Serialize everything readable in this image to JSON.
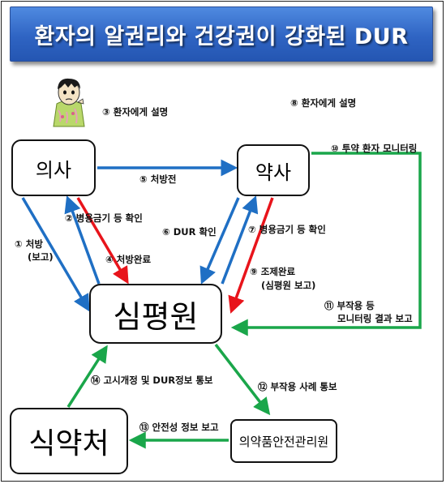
{
  "title": "환자의 알권리와 건강권이 강화된 DUR",
  "nodes": {
    "doctor": "의사",
    "pharmacist": "약사",
    "hira": "심평원",
    "mfds": "식약처",
    "kids": "의약품안전관리원"
  },
  "edges": [
    {
      "id": 1,
      "label": "① 처방",
      "label2": "(보고)",
      "from": "의사",
      "to": "심평원",
      "color": "#1f6fc4"
    },
    {
      "id": 2,
      "label": "② 병용금기 등 확인",
      "from": "심평원",
      "to": "의사",
      "color": "#1f6fc4"
    },
    {
      "id": 3,
      "label": "③ 환자에게 설명",
      "color": "#111111"
    },
    {
      "id": 4,
      "label": "④ 처방완료",
      "from": "의사",
      "to": "심평원",
      "color": "#e8141b"
    },
    {
      "id": 5,
      "label": "⑤ 처방전",
      "from": "의사",
      "to": "약사",
      "color": "#1f6fc4"
    },
    {
      "id": 6,
      "label": "⑥ DUR 확인",
      "from": "약사",
      "to": "심평원",
      "color": "#1f6fc4"
    },
    {
      "id": 7,
      "label": "⑦ 병용금기 등 확인",
      "from": "심평원",
      "to": "약사",
      "color": "#1f6fc4"
    },
    {
      "id": 8,
      "label": "⑧ 환자에게 설명",
      "color": "#111111"
    },
    {
      "id": 9,
      "label": "⑨ 조제완료",
      "label2": "(심평원 보고)",
      "from": "약사",
      "to": "심평원",
      "color": "#e8141b"
    },
    {
      "id": 10,
      "label": "⑩ 투약 환자 모니터링",
      "from": "약사",
      "color": "#1aa64a"
    },
    {
      "id": 11,
      "label": "⑪ 부작용 등",
      "label2": "모니터링 결과 보고",
      "to": "심평원",
      "color": "#1aa64a"
    },
    {
      "id": 12,
      "label": "⑫ 부작용 사례 통보",
      "from": "심평원",
      "to": "의약품안전관리원",
      "color": "#1aa64a"
    },
    {
      "id": 13,
      "label": "⑬ 안전성 정보 보고",
      "from": "의약품안전관리원",
      "to": "식약처",
      "color": "#1aa64a"
    },
    {
      "id": 14,
      "label": "⑭ 고시개정 및 DUR정보 통보",
      "from": "식약처",
      "to": "심평원",
      "color": "#1aa64a"
    }
  ]
}
